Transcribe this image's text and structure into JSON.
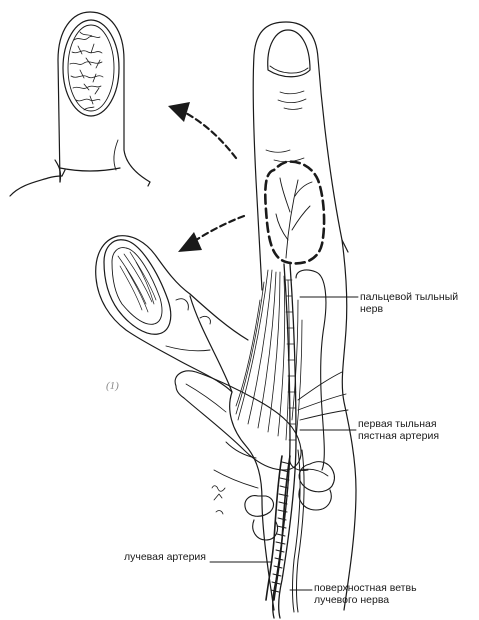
{
  "panel_number": "(1)",
  "labels": {
    "digital_dorsal_nerve": [
      "пальцевой тыльный",
      "нерв"
    ],
    "first_dorsal_metacarpal_artery": [
      "первая тыльная",
      "пястная артерия"
    ],
    "radial_artery": [
      "лучевая артерия"
    ],
    "superficial_radial_nerve": [
      "поверхностная ветвь",
      "лучевого нерва"
    ]
  },
  "colors": {
    "ink": "#1a1a1a",
    "panel_number": "#8a8a8a"
  }
}
